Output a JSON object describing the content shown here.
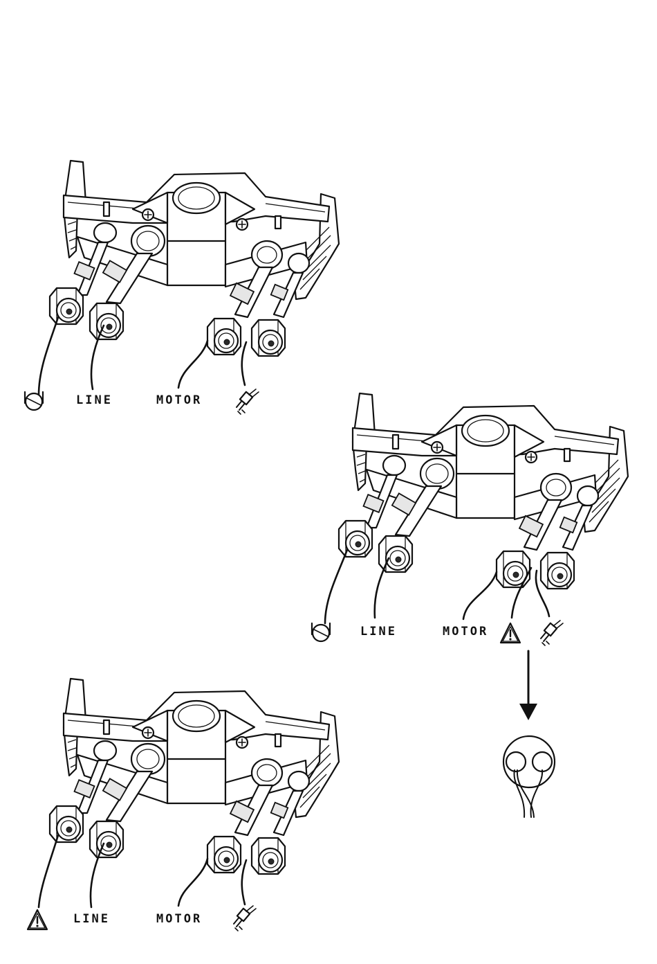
{
  "figures": [
    {
      "id": "top-left",
      "labels": {
        "line": "LINE",
        "motor": "MOTOR"
      },
      "icons": [
        "pressure-tank-icon",
        "sensor-connector-icon"
      ]
    },
    {
      "id": "middle-right",
      "labels": {
        "line": "LINE",
        "motor": "MOTOR"
      },
      "icons": [
        "pressure-tank-icon",
        "warning-triangle-icon",
        "sensor-connector-icon",
        "down-arrow-icon",
        "two-wire-connector-icon"
      ]
    },
    {
      "id": "bottom-left",
      "labels": {
        "line": "LINE",
        "motor": "MOTOR"
      },
      "icons": [
        "warning-triangle-icon",
        "sensor-connector-icon"
      ]
    }
  ],
  "colors": {
    "ink": "#111111",
    "paper": "#ffffff",
    "shade": "#e6e6e6"
  }
}
